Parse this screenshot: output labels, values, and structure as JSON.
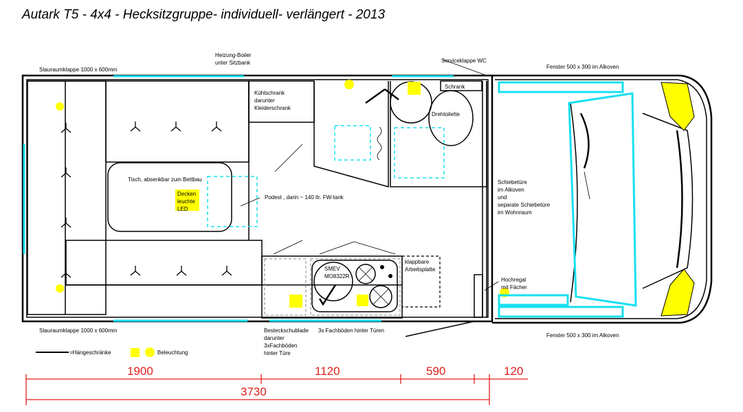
{
  "title": "Autark T5 - 4x4 - Hecksitzgruppe- individuell- verlängert - 2013",
  "labels": {
    "stauraum_top": "Stauraumklappe 1000 x 600mm",
    "stauraum_bottom": "Stauraumklappe 1000 x 600mm",
    "heizung_1": "Heizung-Boiler",
    "heizung_2": "unter Sitzbank",
    "serviceklappe": "Serviceklappe WC",
    "fenster_top": "Fenster 500 x 300 im Alkoven",
    "fenster_bottom": "Fenster 500 x 300 im Alkoven",
    "kuehl_1": "Kühlschrank",
    "kuehl_2": "darunter",
    "kuehl_3": "Kleiderschrank",
    "schrank": "Schrank",
    "drehtoilette": "Drehtoilette",
    "tisch": "Tisch, absenkbar zum Bettbau",
    "decken_1": "Decken",
    "decken_2": "leuchte",
    "decken_3": "LED",
    "podest": "Podest , darin ~ 140 ltr. FW-tank",
    "schiebe_1": "Schiebetüre",
    "schiebe_2": "im Alkoven",
    "schiebe_3": "und",
    "schiebe_4": "separate Schiebetüre",
    "schiebe_5": "im Wohnraum",
    "smev_1": "SMEV",
    "smev_2": "MO8322R",
    "klapp_1": "klappbare",
    "klapp_2": "Arbeitsplatte",
    "hoch_1": "Hochregal",
    "hoch_2": "mit Fächer",
    "besteck_1": "Besteckschublade",
    "besteck_2": "darunter",
    "besteck_3": "3xFachböden",
    "besteck_4": "hinter Türe",
    "fachboeden": "3x Fachböden hinter Türen"
  },
  "legend": {
    "haengeschraenke": "=Hängeschränke",
    "beleuchtung": "Beleuchtung"
  },
  "dimensions": {
    "d1": "1900",
    "d2": "1120",
    "d3": "590",
    "d4": "120",
    "total": "3730"
  },
  "colors": {
    "dimension": "#e0201a",
    "window": "#18e0f0",
    "light": "#ffff00"
  }
}
